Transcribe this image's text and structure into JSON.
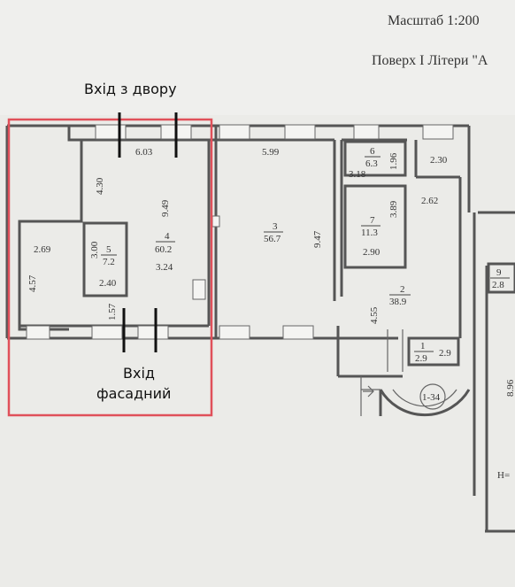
{
  "header": {
    "scale": "Масштаб 1:200",
    "floor": "Поверх І Літери \"А"
  },
  "annotations": {
    "yard_entrance": "Вхід з двору",
    "facade_entrance_line1": "Вхід",
    "facade_entrance_line2": "фасадний",
    "highlight_color": "#e0505a",
    "marker_color": "#111111"
  },
  "rooms": {
    "r1": {
      "num": "1",
      "area": "2.9"
    },
    "r2": {
      "num": "2",
      "area": "38.9"
    },
    "r3": {
      "num": "3",
      "area": "56.7"
    },
    "r4": {
      "num": "4",
      "area": "60.2"
    },
    "r5": {
      "num": "5",
      "area": "7.2"
    },
    "r6": {
      "num": "6",
      "area": "6.3"
    },
    "r7": {
      "num": "7",
      "area": "11.3"
    },
    "r9": {
      "num": "9",
      "area": "2.8"
    }
  },
  "dimensions": {
    "d603": "6.03",
    "d599": "5.99",
    "d430": "4.30",
    "d949": "9.49",
    "d269": "2.69",
    "d457": "4.57",
    "d300": "3.00",
    "d240": "2.40",
    "d324": "3.24",
    "d157": "1.57",
    "d947": "9.47",
    "d196": "1.96",
    "d318": "3.18",
    "d230": "2.30",
    "d389": "3.89",
    "d262": "2.62",
    "d290": "2.90",
    "d455": "4.55",
    "d29b": "2.9",
    "d896": "8.96",
    "stair": "1-34",
    "hlabel": "Н="
  }
}
